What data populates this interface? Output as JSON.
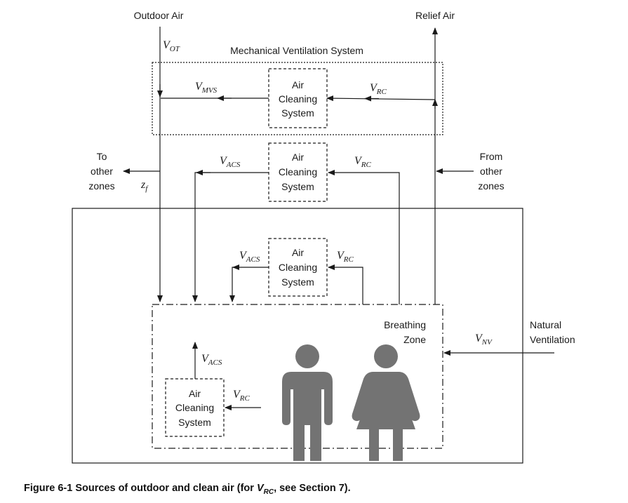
{
  "labels": {
    "outdoor_air": "Outdoor Air",
    "relief_air": "Relief Air",
    "mvs_title": "Mechanical Ventilation System",
    "to_other_zones": [
      "To",
      "other",
      "zones"
    ],
    "from_other_zones": [
      "From",
      "other",
      "zones"
    ],
    "breathing_zone": [
      "Breathing",
      "Zone"
    ],
    "natural_ventilation": [
      "Natural",
      "Ventilation"
    ],
    "air_cleaning_system": [
      "Air",
      "Cleaning",
      "System"
    ]
  },
  "symbols": {
    "v_ot": {
      "main": "V",
      "sub": "OT"
    },
    "v_mvs": {
      "main": "V",
      "sub": "MVS"
    },
    "v_rc": {
      "main": "V",
      "sub": "RC"
    },
    "v_acs": {
      "main": "V",
      "sub": "ACS"
    },
    "v_nv": {
      "main": "V",
      "sub": "NV"
    },
    "z_f": {
      "main": "z",
      "sub": "f"
    }
  },
  "caption": {
    "prefix": "Figure 6-1  Sources of outdoor and clean air (for ",
    "symbol_main": "V",
    "symbol_sub": "RC",
    "suffix": ", see Section 7)."
  },
  "colors": {
    "line": "#1a1a1a",
    "person": "#737373"
  }
}
